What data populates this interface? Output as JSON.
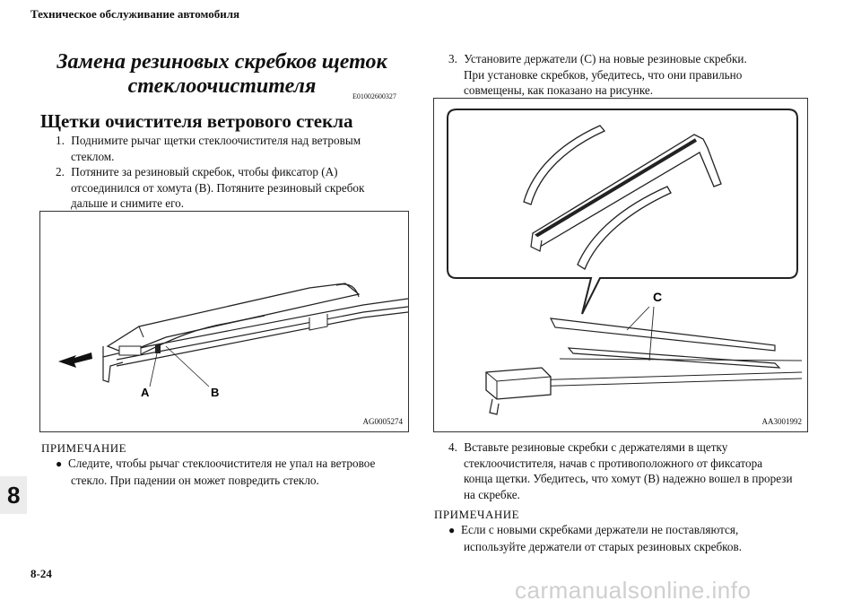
{
  "header": "Техническое обслуживание автомобиля",
  "title_line1": "Замена резиновых скребков щеток",
  "title_line2": "стеклоочистителя",
  "section_code": "E01002600327",
  "subtitle": "Щетки очистителя ветрового стекла",
  "steps": {
    "s1": {
      "num": "1.",
      "l1": "Поднимите рычаг щетки стеклоочистителя над ветровым",
      "l2": "стеклом."
    },
    "s2": {
      "num": "2.",
      "l1": "Потяните за резиновый скребок, чтобы фиксатор (A)",
      "l2": "отсоединился от хомута (B). Потяните резиновый скребок",
      "l3": "дальше и снимите его."
    },
    "s3": {
      "num": "3.",
      "l1": "Установите держатели (C) на новые резиновые скребки.",
      "l2": "При установке скребков, убедитесь, что они правильно",
      "l3": "совмещены, как показано на рисунке."
    },
    "s4": {
      "num": "4.",
      "l1": "Вставьте резиновые скребки с держателями в щетку",
      "l2": "стеклоочистителя, начав с противоположного от фиксатора",
      "l3": "конца щетки. Убедитесь, что хомут (B) надежно вошел в прорези",
      "l4": "на скребке."
    }
  },
  "figure1": {
    "code": "AG0005274",
    "label_a": "A",
    "label_b": "B"
  },
  "figure2": {
    "code": "AA3001992",
    "label_c": "C"
  },
  "note_heading": "ПРИМЕЧАНИЕ",
  "note1": {
    "l1": "Следите, чтобы рычаг стеклоочистителя не упал на ветровое",
    "l2": "стекло. При падении он может повредить стекло."
  },
  "note2": {
    "l1": "Если с новыми скребками держатели не поставляются,",
    "l2": "используйте держатели от старых резиновых скребков."
  },
  "chapter_tab": "8",
  "page_number": "8-24",
  "watermark": "carmanualsonline.info"
}
